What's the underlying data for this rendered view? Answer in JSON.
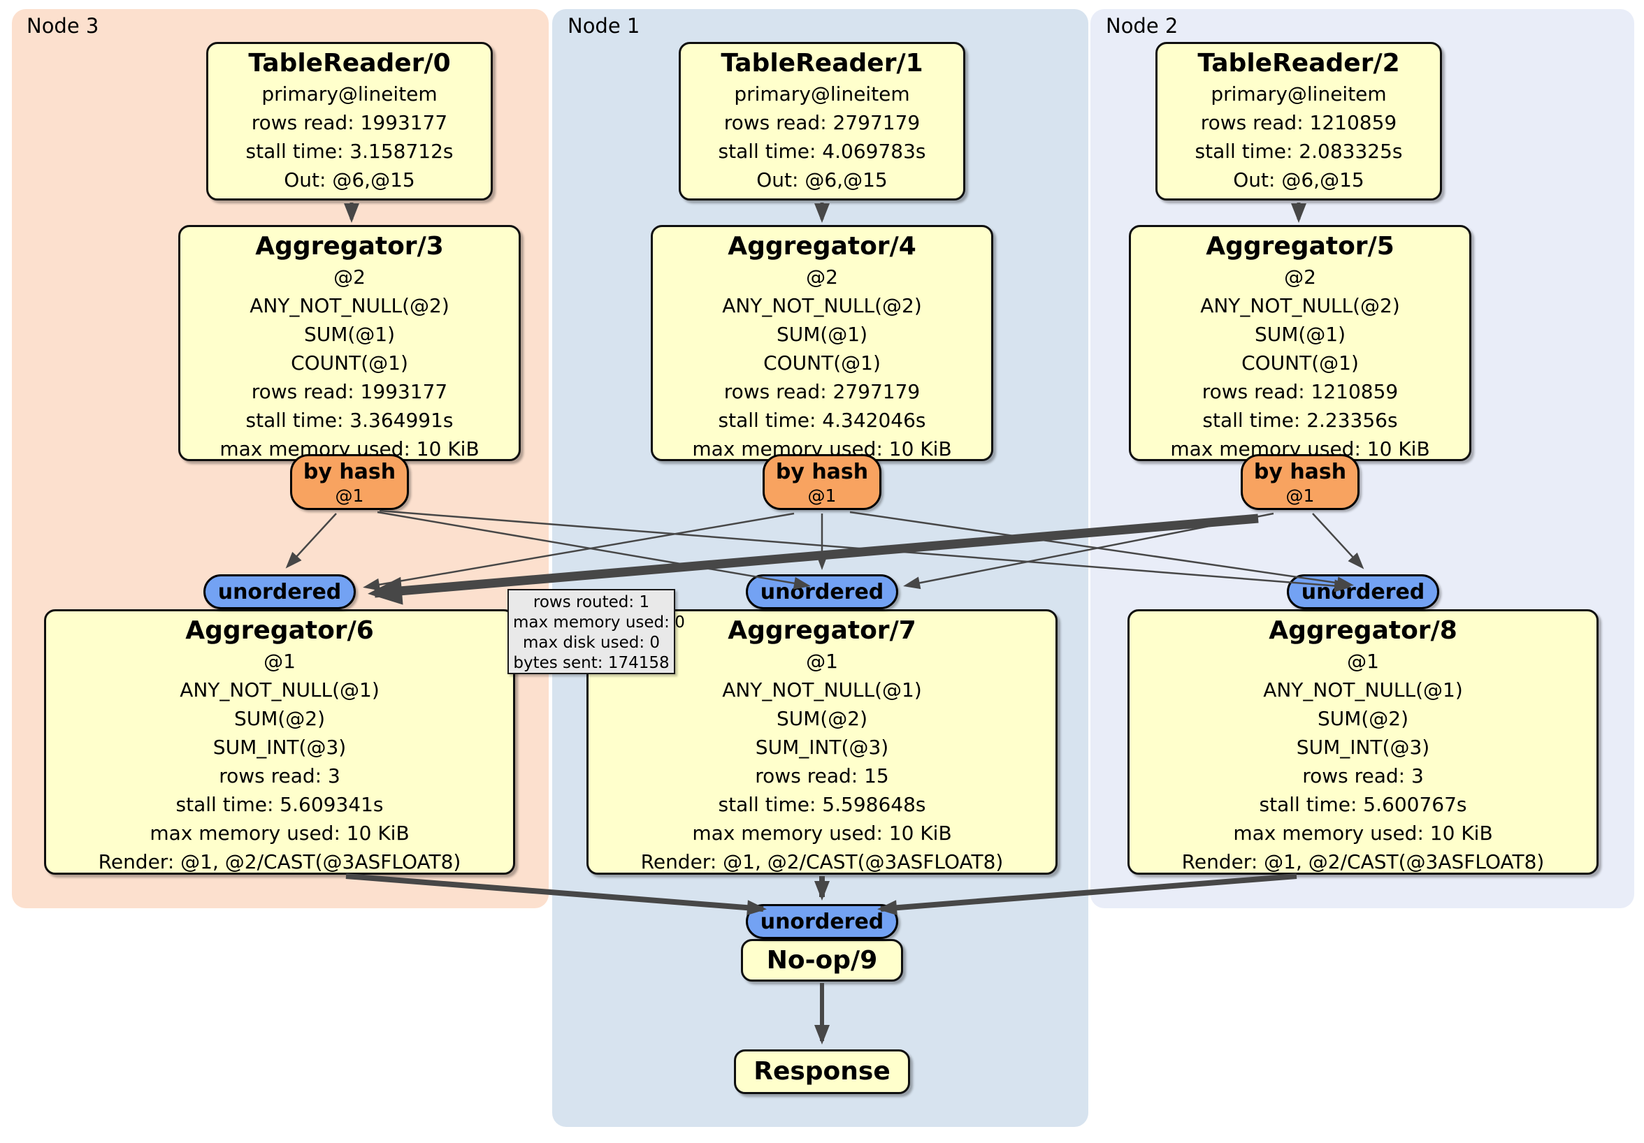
{
  "regions": [
    {
      "label": "Node 3"
    },
    {
      "label": "Node 1"
    },
    {
      "label": "Node 2"
    }
  ],
  "procs": {
    "tr0": {
      "title": "TableReader/0",
      "lines": [
        "primary@lineitem",
        "rows read: 1993177",
        "stall time: 3.158712s",
        "Out: @6,@15"
      ]
    },
    "tr1": {
      "title": "TableReader/1",
      "lines": [
        "primary@lineitem",
        "rows read: 2797179",
        "stall time: 4.069783s",
        "Out: @6,@15"
      ]
    },
    "tr2": {
      "title": "TableReader/2",
      "lines": [
        "primary@lineitem",
        "rows read: 1210859",
        "stall time: 2.083325s",
        "Out: @6,@15"
      ]
    },
    "agg3": {
      "title": "Aggregator/3",
      "lines": [
        "@2",
        "ANY_NOT_NULL(@2)",
        "SUM(@1)",
        "COUNT(@1)",
        "rows read: 1993177",
        "stall time: 3.364991s",
        "max memory used: 10 KiB"
      ]
    },
    "agg4": {
      "title": "Aggregator/4",
      "lines": [
        "@2",
        "ANY_NOT_NULL(@2)",
        "SUM(@1)",
        "COUNT(@1)",
        "rows read: 2797179",
        "stall time: 4.342046s",
        "max memory used: 10 KiB"
      ]
    },
    "agg5": {
      "title": "Aggregator/5",
      "lines": [
        "@2",
        "ANY_NOT_NULL(@2)",
        "SUM(@1)",
        "COUNT(@1)",
        "rows read: 1210859",
        "stall time: 2.23356s",
        "max memory used: 10 KiB"
      ]
    },
    "agg6": {
      "title": "Aggregator/6",
      "lines": [
        "@1",
        "ANY_NOT_NULL(@1)",
        "SUM(@2)",
        "SUM_INT(@3)",
        "rows read: 3",
        "stall time: 5.609341s",
        "max memory used: 10 KiB",
        "Render: @1, @2/CAST(@3ASFLOAT8)"
      ]
    },
    "agg7": {
      "title": "Aggregator/7",
      "lines": [
        "@1",
        "ANY_NOT_NULL(@1)",
        "SUM(@2)",
        "SUM_INT(@3)",
        "rows read: 15",
        "stall time: 5.598648s",
        "max memory used: 10 KiB",
        "Render: @1, @2/CAST(@3ASFLOAT8)"
      ]
    },
    "agg8": {
      "title": "Aggregator/8",
      "lines": [
        "@1",
        "ANY_NOT_NULL(@1)",
        "SUM(@2)",
        "SUM_INT(@3)",
        "rows read: 3",
        "stall time: 5.600767s",
        "max memory used: 10 KiB",
        "Render: @1, @2/CAST(@3ASFLOAT8)"
      ]
    },
    "noop": {
      "title": "No-op/9"
    },
    "response": {
      "title": "Response"
    }
  },
  "router": {
    "label": "by hash",
    "detail": "@1"
  },
  "sync": {
    "label": "unordered"
  },
  "tooltip": {
    "lines": [
      "rows routed: 1",
      "max memory used: 0",
      "max disk used: 0",
      "bytes sent: 174158"
    ]
  },
  "colors": {
    "node3_bg": "#fce0ce",
    "node1_bg": "#d7e3ef",
    "node2_bg": "#e9edf8",
    "processor_bg": "#ffffcc",
    "router_bg": "#f8a360",
    "sync_bg": "#73a2f3",
    "edge": "#474747",
    "tooltip_bg": "#e9e9e9"
  }
}
